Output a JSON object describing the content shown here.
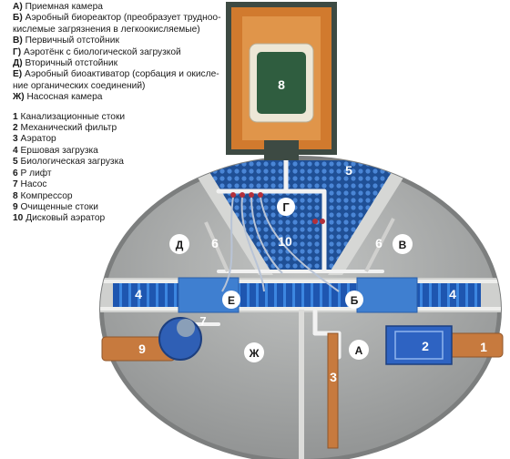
{
  "legend_letters": [
    {
      "key": "А)",
      "lines": [
        "Приемная камера"
      ]
    },
    {
      "key": "Б)",
      "lines": [
        "Аэробный биореактор (преобразует трудноо-",
        "кислемые загрязнения в легкоокисляемые)"
      ]
    },
    {
      "key": "В)",
      "lines": [
        "Первичный отстойник"
      ]
    },
    {
      "key": "Г)",
      "lines": [
        "Аэротёнк с биологической загрузкой"
      ]
    },
    {
      "key": "Д)",
      "lines": [
        "Вторичный отстойник"
      ]
    },
    {
      "key": "Е)",
      "lines": [
        "Аэробный биоактиватор (сорбация и окисле-",
        "ние органических соединений)"
      ]
    },
    {
      "key": "Ж)",
      "lines": [
        "Насосная камера"
      ]
    }
  ],
  "legend_numbers": [
    {
      "key": "1",
      "text": "Канализационные стоки"
    },
    {
      "key": "2",
      "text": "Механический фильтр"
    },
    {
      "key": "3",
      "text": "Аэратор"
    },
    {
      "key": "4",
      "text": "Ершовая загрузка"
    },
    {
      "key": "5",
      "text": "Биологическая загрузка"
    },
    {
      "key": "6",
      "text": "Р лифт"
    },
    {
      "key": "7",
      "text": "Насос"
    },
    {
      "key": "8",
      "text": "Компрессор"
    },
    {
      "key": "9",
      "text": "Очищенные стоки"
    },
    {
      "key": "10",
      "text": "Дисковый аэратор"
    }
  ],
  "labels": {
    "compressor": "8",
    "bio_load": "5",
    "aerotank_letter": "Г",
    "disk_aerator": "10",
    "secondary_letter": "Д",
    "primary_letter": "В",
    "airlift_left": "6",
    "airlift_right": "6",
    "brush_left": "4",
    "brush_right": "4",
    "bioactivator_letter": "Е",
    "bioreactor_letter": "Б",
    "pump": "7",
    "outlet": "9",
    "pump_chamber_letter": "Ж",
    "receiving_letter": "А",
    "aerator": "3",
    "filter": "2",
    "inlet": "1"
  },
  "colors": {
    "tank_gray": "#a7a9a9",
    "wall_gray": "#c9cac8",
    "module_blue": "#3f7fd0",
    "bio_blue": "#2c5fa8",
    "pipe_orange": "#c77a3e",
    "housing_orange": "#d17a2e",
    "compressor_green": "#2f5d3f",
    "pump_blue": "#2f5fb5"
  }
}
